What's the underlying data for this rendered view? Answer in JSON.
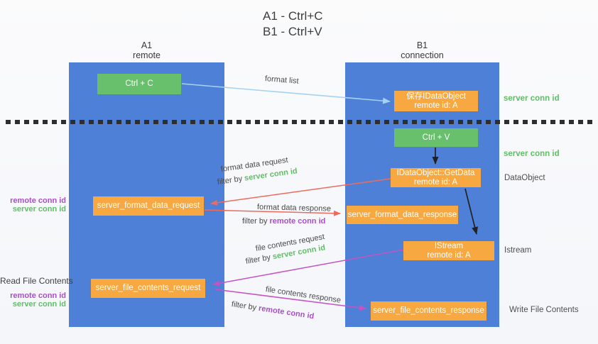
{
  "title": {
    "line1": "A1 - Ctrl+C",
    "line2": "B1 - Ctrl+V"
  },
  "lanes": {
    "left": {
      "title": "A1",
      "subtitle": "remote"
    },
    "right": {
      "title": "B1",
      "subtitle": "connection"
    }
  },
  "boxes": {
    "ctrl_c": {
      "label": "Ctrl + C"
    },
    "save_dataobject": {
      "line1": "保存IDataObject",
      "line2": "remote id: A"
    },
    "ctrl_v": {
      "label": "Ctrl + V"
    },
    "getdata": {
      "line1": "IDataObject::GetData",
      "line2": "remote id: A"
    },
    "server_format_data_request": {
      "label": "server_format_data_request"
    },
    "server_format_data_response": {
      "label": "server_format_data_response"
    },
    "istream": {
      "line1": "IStream",
      "line2": "remote id: A"
    },
    "server_file_contents_request": {
      "label": "server_file_contents_request"
    },
    "server_file_contents_response": {
      "label": "server_file_contents_response"
    }
  },
  "arrow_labels": {
    "format_list": "format list",
    "format_data_request": "format data request",
    "format_data_request_filter": {
      "prefix": "filter by ",
      "key": "server conn id"
    },
    "format_data_response": "format data response",
    "format_data_response_filter": {
      "prefix": "filter by ",
      "key": "remote conn id"
    },
    "file_contents_request": "file contents request",
    "file_contents_request_filter": {
      "prefix": "filter by ",
      "key": "server conn id"
    },
    "file_contents_response": "file contents response",
    "file_contents_response_filter": {
      "prefix": "filter by ",
      "key": "remote conn id"
    }
  },
  "side_labels": {
    "right_top_server_conn": "server conn id",
    "right_mid_server_conn": "server conn id",
    "dataobject": "DataObject",
    "istream": "Istream",
    "write_file_contents": "Write File Contents",
    "left_format_remote_conn": "remote conn id",
    "left_format_server_conn": "server conn id",
    "read_file_contents": "Read File Contents",
    "left_file_remote_conn": "remote conn id",
    "left_file_server_conn": "server conn id"
  },
  "colors": {
    "lane_blue": "#4e80d7",
    "box_green": "#68bf6c",
    "box_orange": "#f7a841",
    "text_green": "#62bd68",
    "text_purple": "#a94ec6",
    "arrow_red": "#ed6a5e",
    "arrow_magenta": "#c653c1",
    "arrow_lightblue": "#a6d2f2",
    "arrow_black": "#212121",
    "dash_line": "#2e2e2e"
  }
}
